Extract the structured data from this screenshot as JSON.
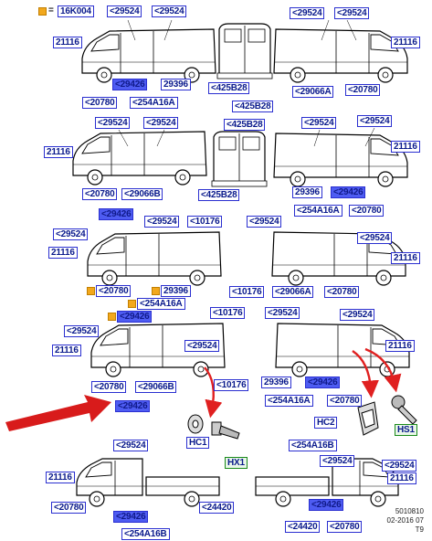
{
  "legend": {
    "equals": "=",
    "code": "16K004"
  },
  "labels": {
    "p29524": "<29524",
    "p21116": "21116",
    "p29426": "<29426",
    "p20780": "<20780",
    "p29396": "29396",
    "p254A16A": "<254A16A",
    "p425B28": "<425B28",
    "p29066A": "<29066A",
    "p29066B": "<29066B",
    "p10176": "<10176",
    "p254A16B": "<254A16B",
    "p24420": "<24420",
    "HC1": "HC1",
    "HC2": "HC2",
    "HX1": "HX1",
    "HS1": "HS1"
  },
  "footer": {
    "line1": "5010810",
    "line2": "02-2016 07",
    "line3": "T9"
  },
  "colors": {
    "label_border": "#2a2fd0",
    "highlight": "#4e5cf2",
    "callout_arrow": "#e02020",
    "pointer_arrow": "#d81b1b",
    "legend_square": "#f2a81d"
  }
}
